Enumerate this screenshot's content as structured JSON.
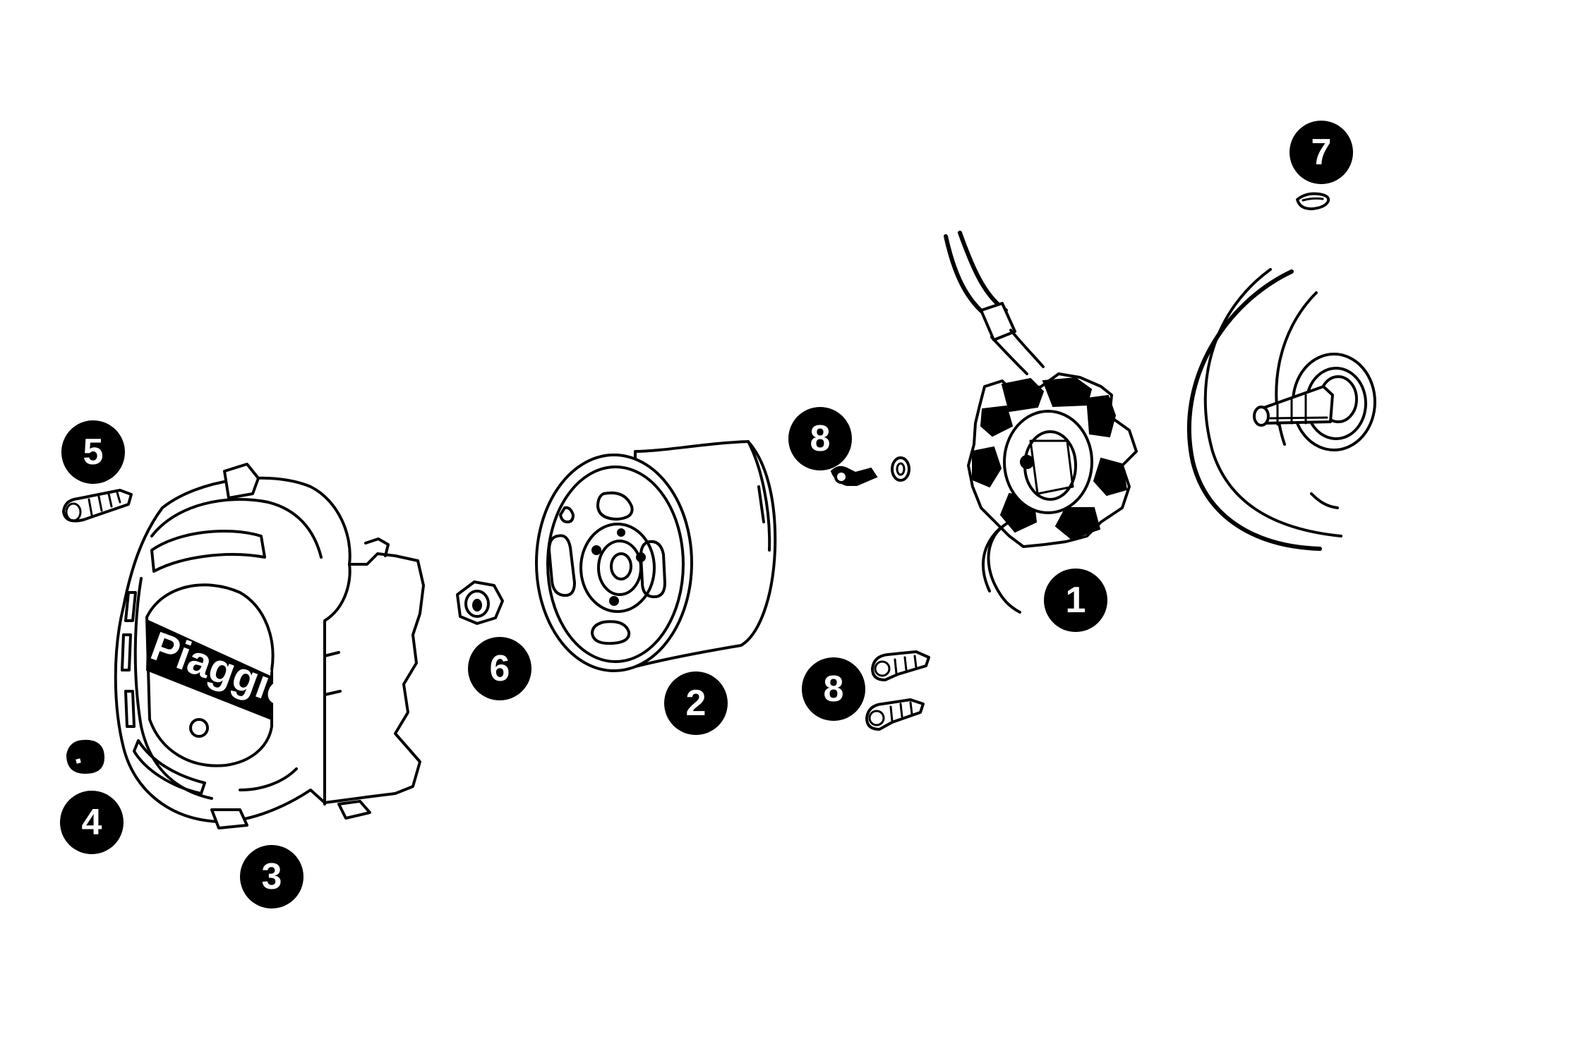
{
  "diagram": {
    "logo_text": "Piaggio",
    "callouts": [
      {
        "id": "1",
        "label": "1",
        "part": "stator"
      },
      {
        "id": "2",
        "label": "2",
        "part": "flywheel"
      },
      {
        "id": "3",
        "label": "3",
        "part": "fan-cover"
      },
      {
        "id": "4",
        "label": "4",
        "part": "cap-nut"
      },
      {
        "id": "5",
        "label": "5",
        "part": "cover-screw"
      },
      {
        "id": "6",
        "label": "6",
        "part": "flywheel-nut"
      },
      {
        "id": "7",
        "label": "7",
        "part": "key"
      },
      {
        "id": "8a",
        "label": "8",
        "part": "stator-screw-upper"
      },
      {
        "id": "8b",
        "label": "8",
        "part": "stator-screw-lower"
      }
    ],
    "colors": {
      "ink": "#000000",
      "paper": "#ffffff"
    }
  }
}
